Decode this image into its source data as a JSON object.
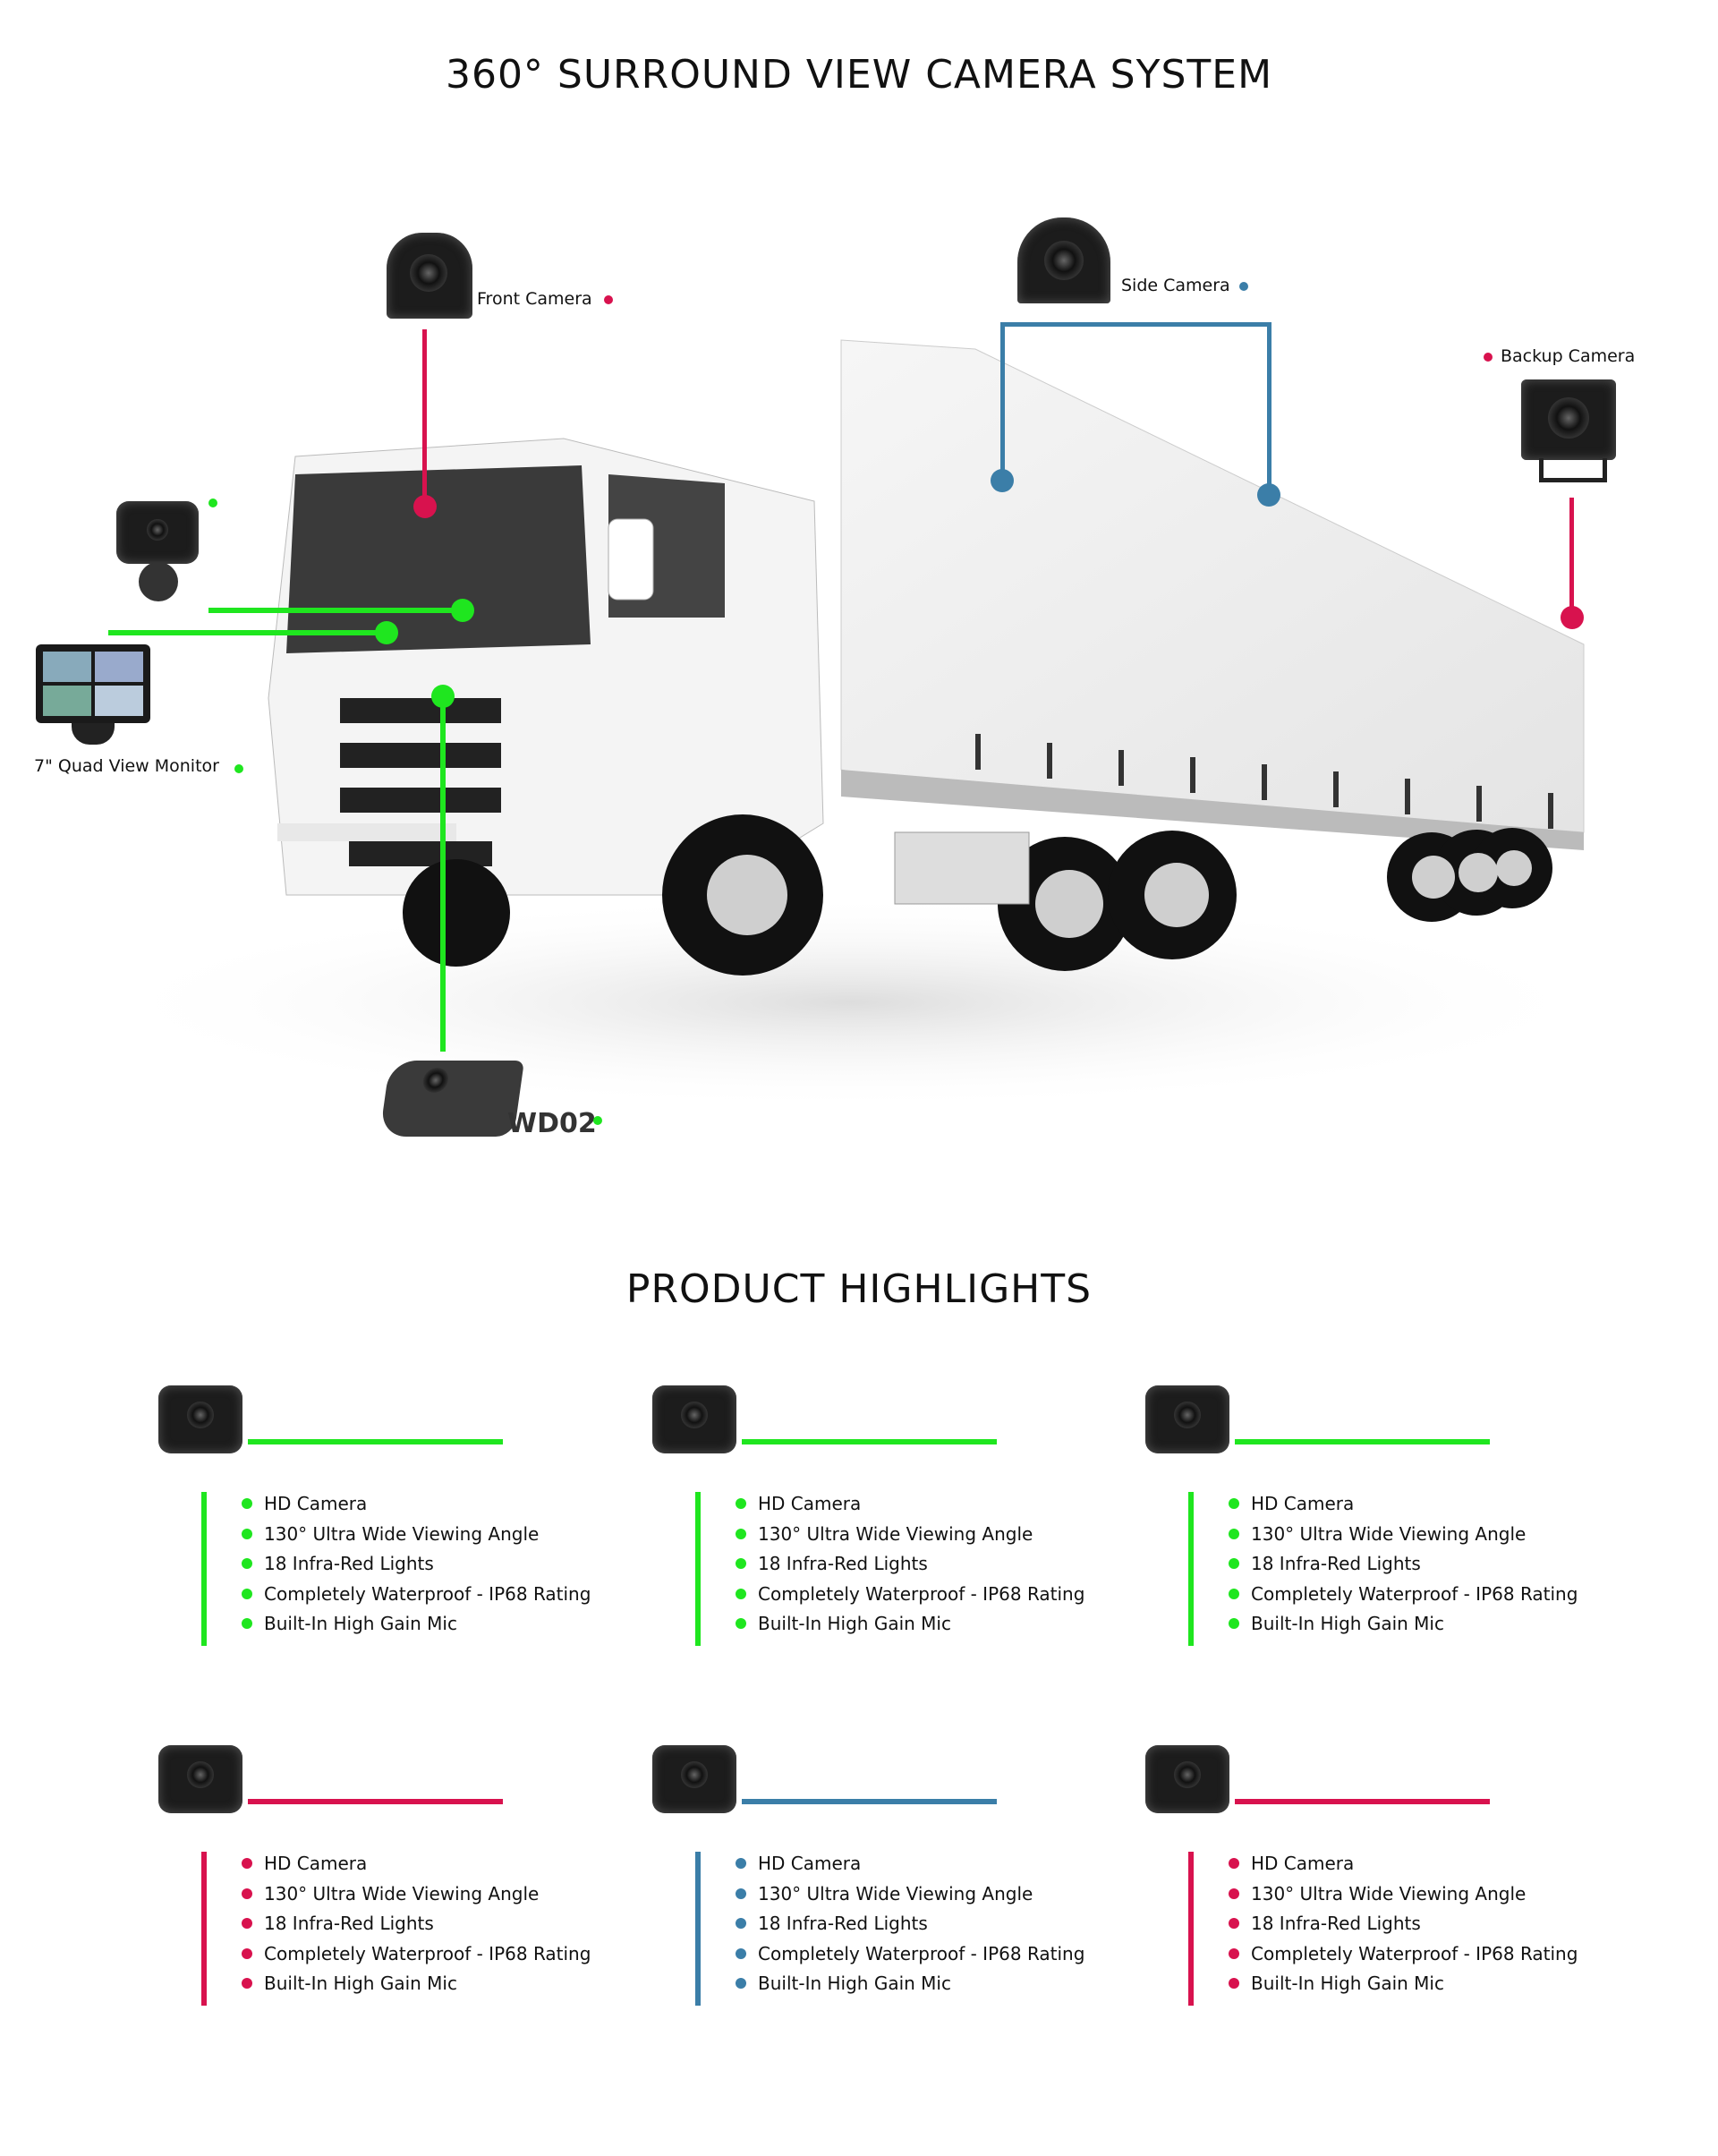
{
  "header": {
    "title": "360° SURROUND VIEW CAMERA SYSTEM"
  },
  "diagram": {
    "front_camera_label": "Front Camera",
    "side_camera_label": "Side Camera",
    "backup_camera_label": "Backup Camera",
    "monitor_label": "7\" Quad View Monitor",
    "wd02_label": "WD02"
  },
  "colors": {
    "green": "#1fe61f",
    "red": "#d8124e",
    "blue": "#3b7ea8"
  },
  "highlights": {
    "title": "PRODUCT HIGHLIGHTS",
    "products": [
      {
        "product": "dash-camera",
        "color": "green",
        "features": [
          "HD Camera",
          "130° Ultra Wide Viewing Angle",
          "18 Infra-Red Lights",
          "Completely Waterproof - IP68 Rating",
          "Built-In High Gain Mic"
        ]
      },
      {
        "product": "wd02-camera",
        "color": "green",
        "features": [
          "HD Camera",
          "130° Ultra Wide Viewing Angle",
          "18 Infra-Red Lights",
          "Completely Waterproof - IP68 Rating",
          "Built-In High Gain Mic"
        ]
      },
      {
        "product": "quad-view-monitor",
        "color": "green",
        "features": [
          "HD Camera",
          "130° Ultra Wide Viewing Angle",
          "18 Infra-Red Lights",
          "Completely Waterproof - IP68 Rating",
          "Built-In High Gain Mic"
        ]
      },
      {
        "product": "backup-camera",
        "color": "red",
        "features": [
          "HD Camera",
          "130° Ultra Wide Viewing Angle",
          "18 Infra-Red Lights",
          "Completely Waterproof - IP68 Rating",
          "Built-In High Gain Mic"
        ]
      },
      {
        "product": "side-camera",
        "color": "blue",
        "features": [
          "HD Camera",
          "130° Ultra Wide Viewing Angle",
          "18 Infra-Red Lights",
          "Completely Waterproof - IP68 Rating",
          "Built-In High Gain Mic"
        ]
      },
      {
        "product": "front-camera",
        "color": "red",
        "features": [
          "HD Camera",
          "130° Ultra Wide Viewing Angle",
          "18 Infra-Red Lights",
          "Completely Waterproof - IP68 Rating",
          "Built-In High Gain Mic"
        ]
      }
    ]
  }
}
